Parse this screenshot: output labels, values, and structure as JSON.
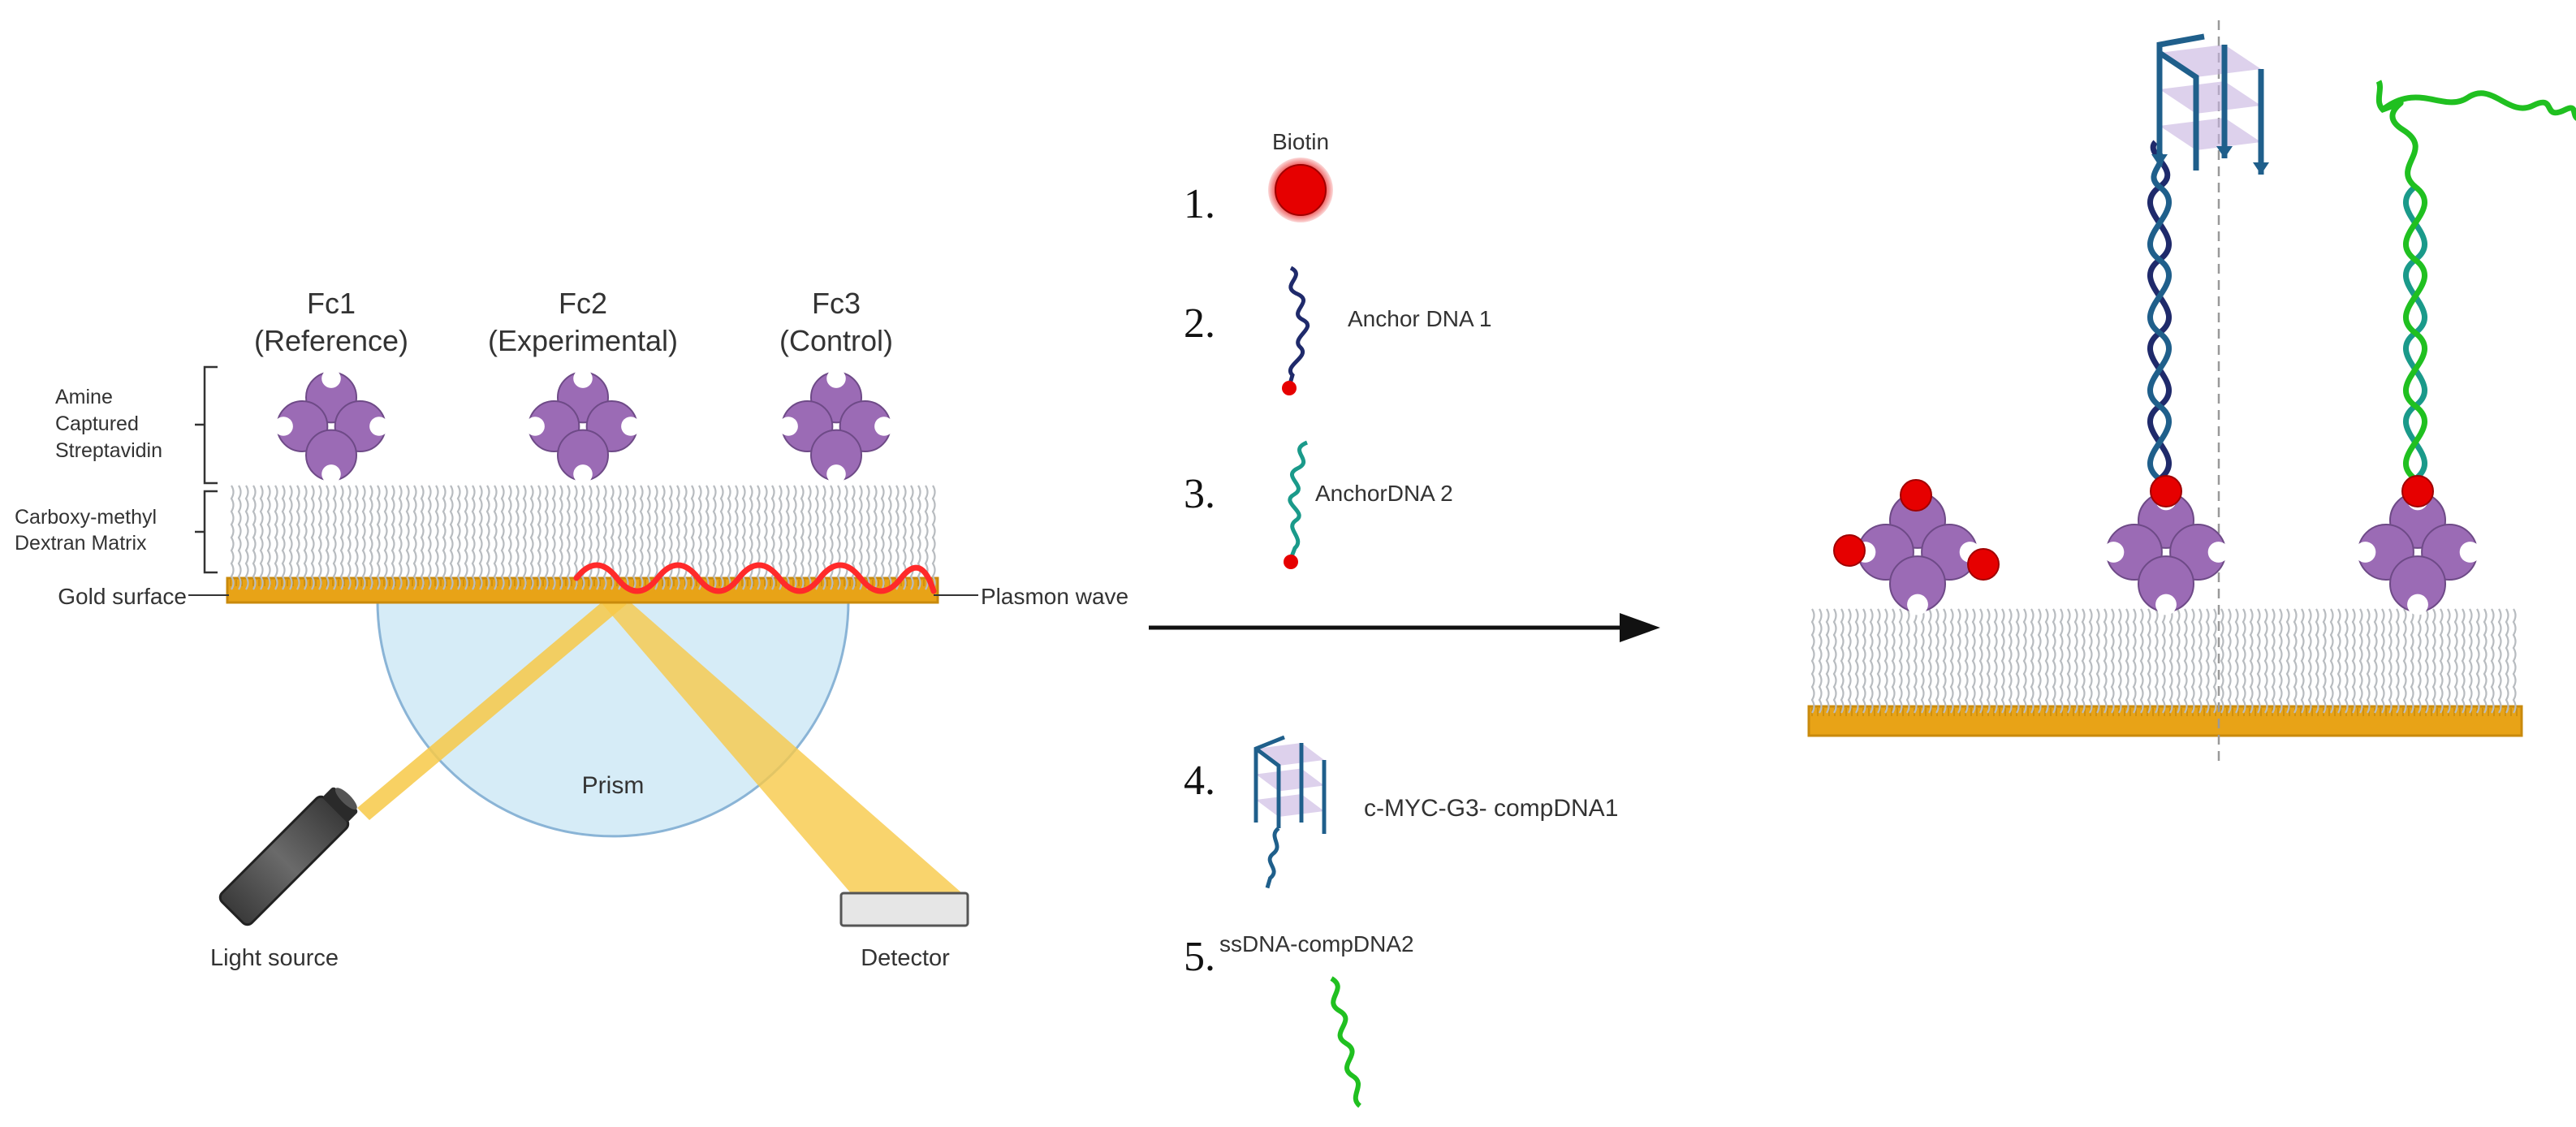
{
  "flow_cells": [
    {
      "name": "Fc1",
      "role": "(Reference)"
    },
    {
      "name": "Fc2",
      "role": "(Experimental)"
    },
    {
      "name": "Fc3",
      "role": "(Control)"
    }
  ],
  "layers": {
    "streptavidin": [
      "Amine",
      "Captured",
      "Streptavidin"
    ],
    "matrix": [
      "Carboxy-methyl",
      "Dextran Matrix"
    ],
    "gold": "Gold surface",
    "plasmon": "Plasmon wave"
  },
  "optics": {
    "prism": "Prism",
    "light_source": "Light source",
    "detector": "Detector"
  },
  "steps": [
    {
      "number": "1.",
      "label": "Biotin"
    },
    {
      "number": "2.",
      "label": "Anchor DNA 1"
    },
    {
      "number": "3.",
      "label": "AnchorDNA 2"
    },
    {
      "number": "4.",
      "label": "c-MYC-G3- compDNA1"
    },
    {
      "number": "5.",
      "label": "ssDNA-compDNA2"
    }
  ],
  "colors": {
    "streptavidin": "#9b6bb5",
    "streptavidin_stroke": "#6e4a87",
    "gold": "#e8a317",
    "gold_edge": "#c98a0c",
    "biotin": "#e60000",
    "plasmon": "#ff2a2a",
    "prism": "#d6ecf7",
    "beam": "#f7c948",
    "dna_navy": "#1f2a6b",
    "dna_teal": "#1a9a8a",
    "dna_blue": "#1f5f8b",
    "dna_green": "#20c020",
    "matrix": "#b8bcc0"
  }
}
